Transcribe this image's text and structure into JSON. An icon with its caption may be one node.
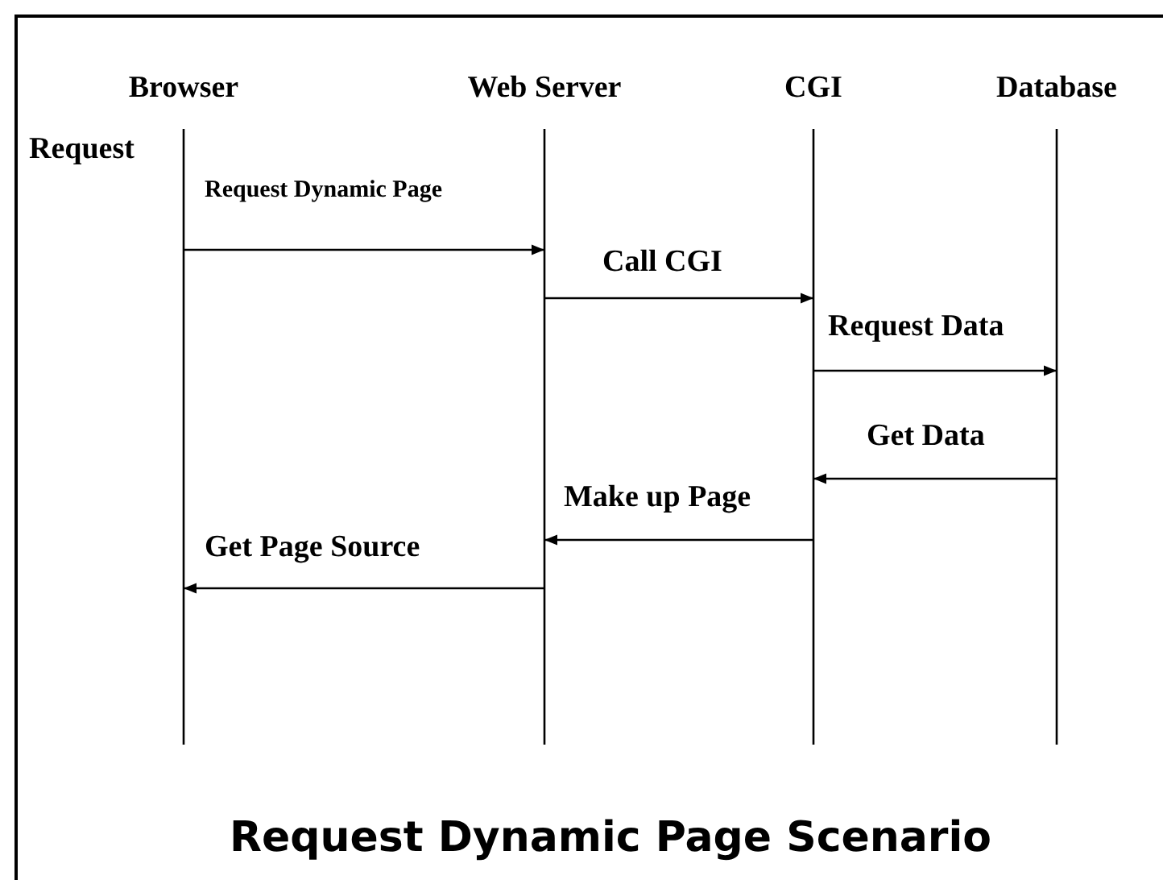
{
  "diagram": {
    "caption": "Request Dynamic Page Scenario",
    "nodes": [
      {
        "text": [
          "Browser"
        ]
      },
      {
        "text": [
          "Web Server"
        ]
      },
      {
        "text": [
          "CGI"
        ]
      },
      {
        "text": [
          "Database"
        ]
      }
    ],
    "edges": [
      {
        "from": 0,
        "to": 1,
        "arrow": "to",
        "label": "Request Dynamic Page"
      },
      {
        "from": 1,
        "to": 2,
        "arrow": "to",
        "label": "Call CGI"
      },
      {
        "from": 2,
        "to": 3,
        "arrow": "to",
        "label": "Request Data"
      },
      {
        "from": 3,
        "to": 2,
        "arrow": "to",
        "label": "Get Data"
      },
      {
        "from": 2,
        "to": 1,
        "arrow": "to",
        "label": "Make up Page"
      },
      {
        "from": 1,
        "to": 0,
        "arrow": "to",
        "label": "Get Page Source"
      }
    ],
    "labels": [
      "Request"
    ]
  }
}
